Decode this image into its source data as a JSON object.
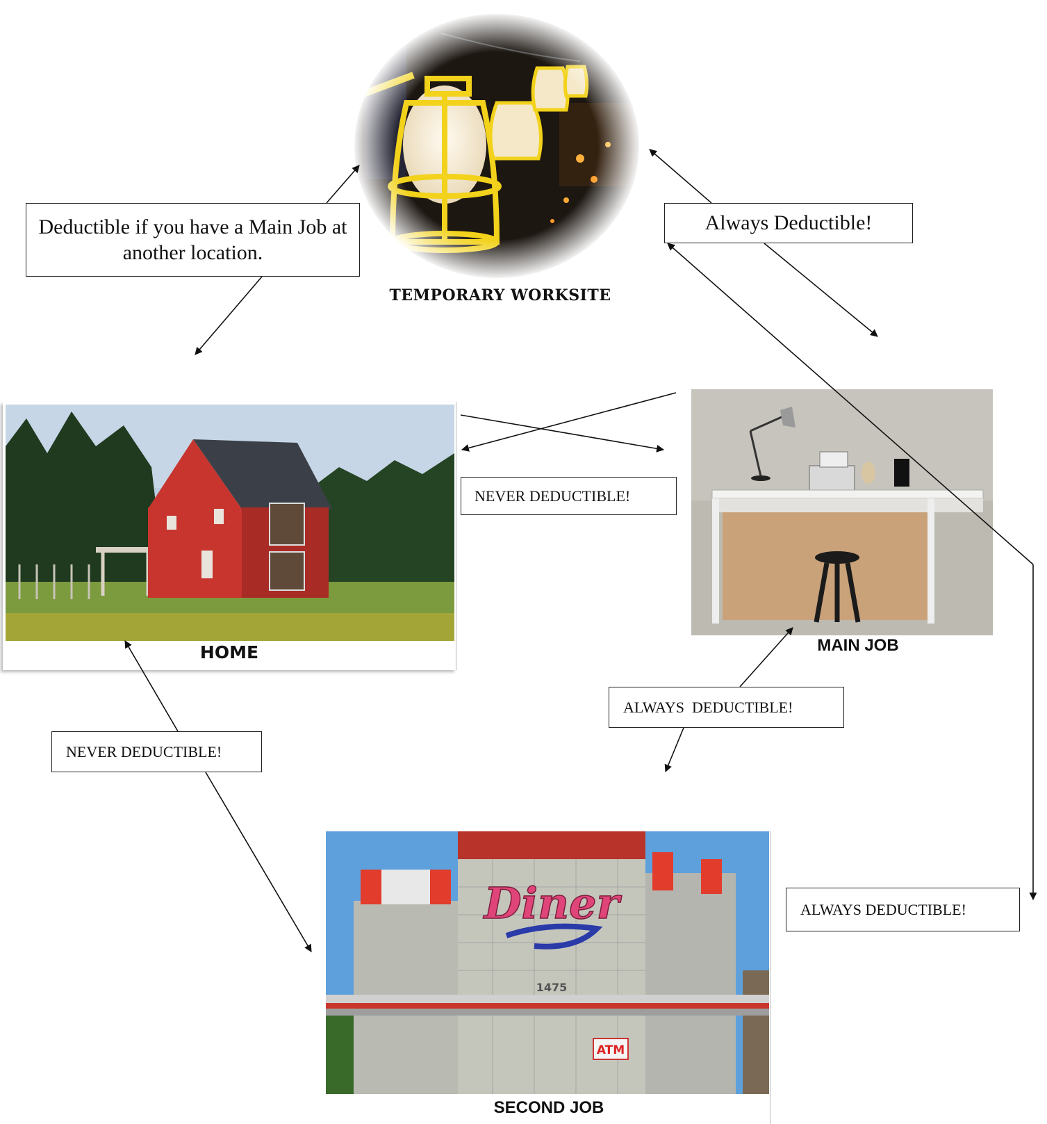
{
  "locations": {
    "temporary_worksite": "TEMPORARY WORKSITE",
    "home": "HOME",
    "main_job": "MAIN JOB",
    "second_job": "SECOND JOB"
  },
  "labels": {
    "temp_home": "Deductible if you have a Main Job at another location.",
    "temp_main": "Always Deductible!",
    "home_main": "NEVER DEDUCTIBLE!",
    "main_second": "ALWAYS  DEDUCTIBLE!",
    "home_second": "NEVER DEDUCTIBLE!",
    "second_temp": "ALWAYS DEDUCTIBLE!"
  },
  "photo_text": {
    "diner_sign": "Diner",
    "address_number": "1475",
    "atm_sign": "ATM"
  },
  "colors": {
    "lantern_yellow": "#f2d21a",
    "house_red": "#c8352e",
    "diner_pink": "#e0457a",
    "sky_blue": "#5ea0dc"
  }
}
